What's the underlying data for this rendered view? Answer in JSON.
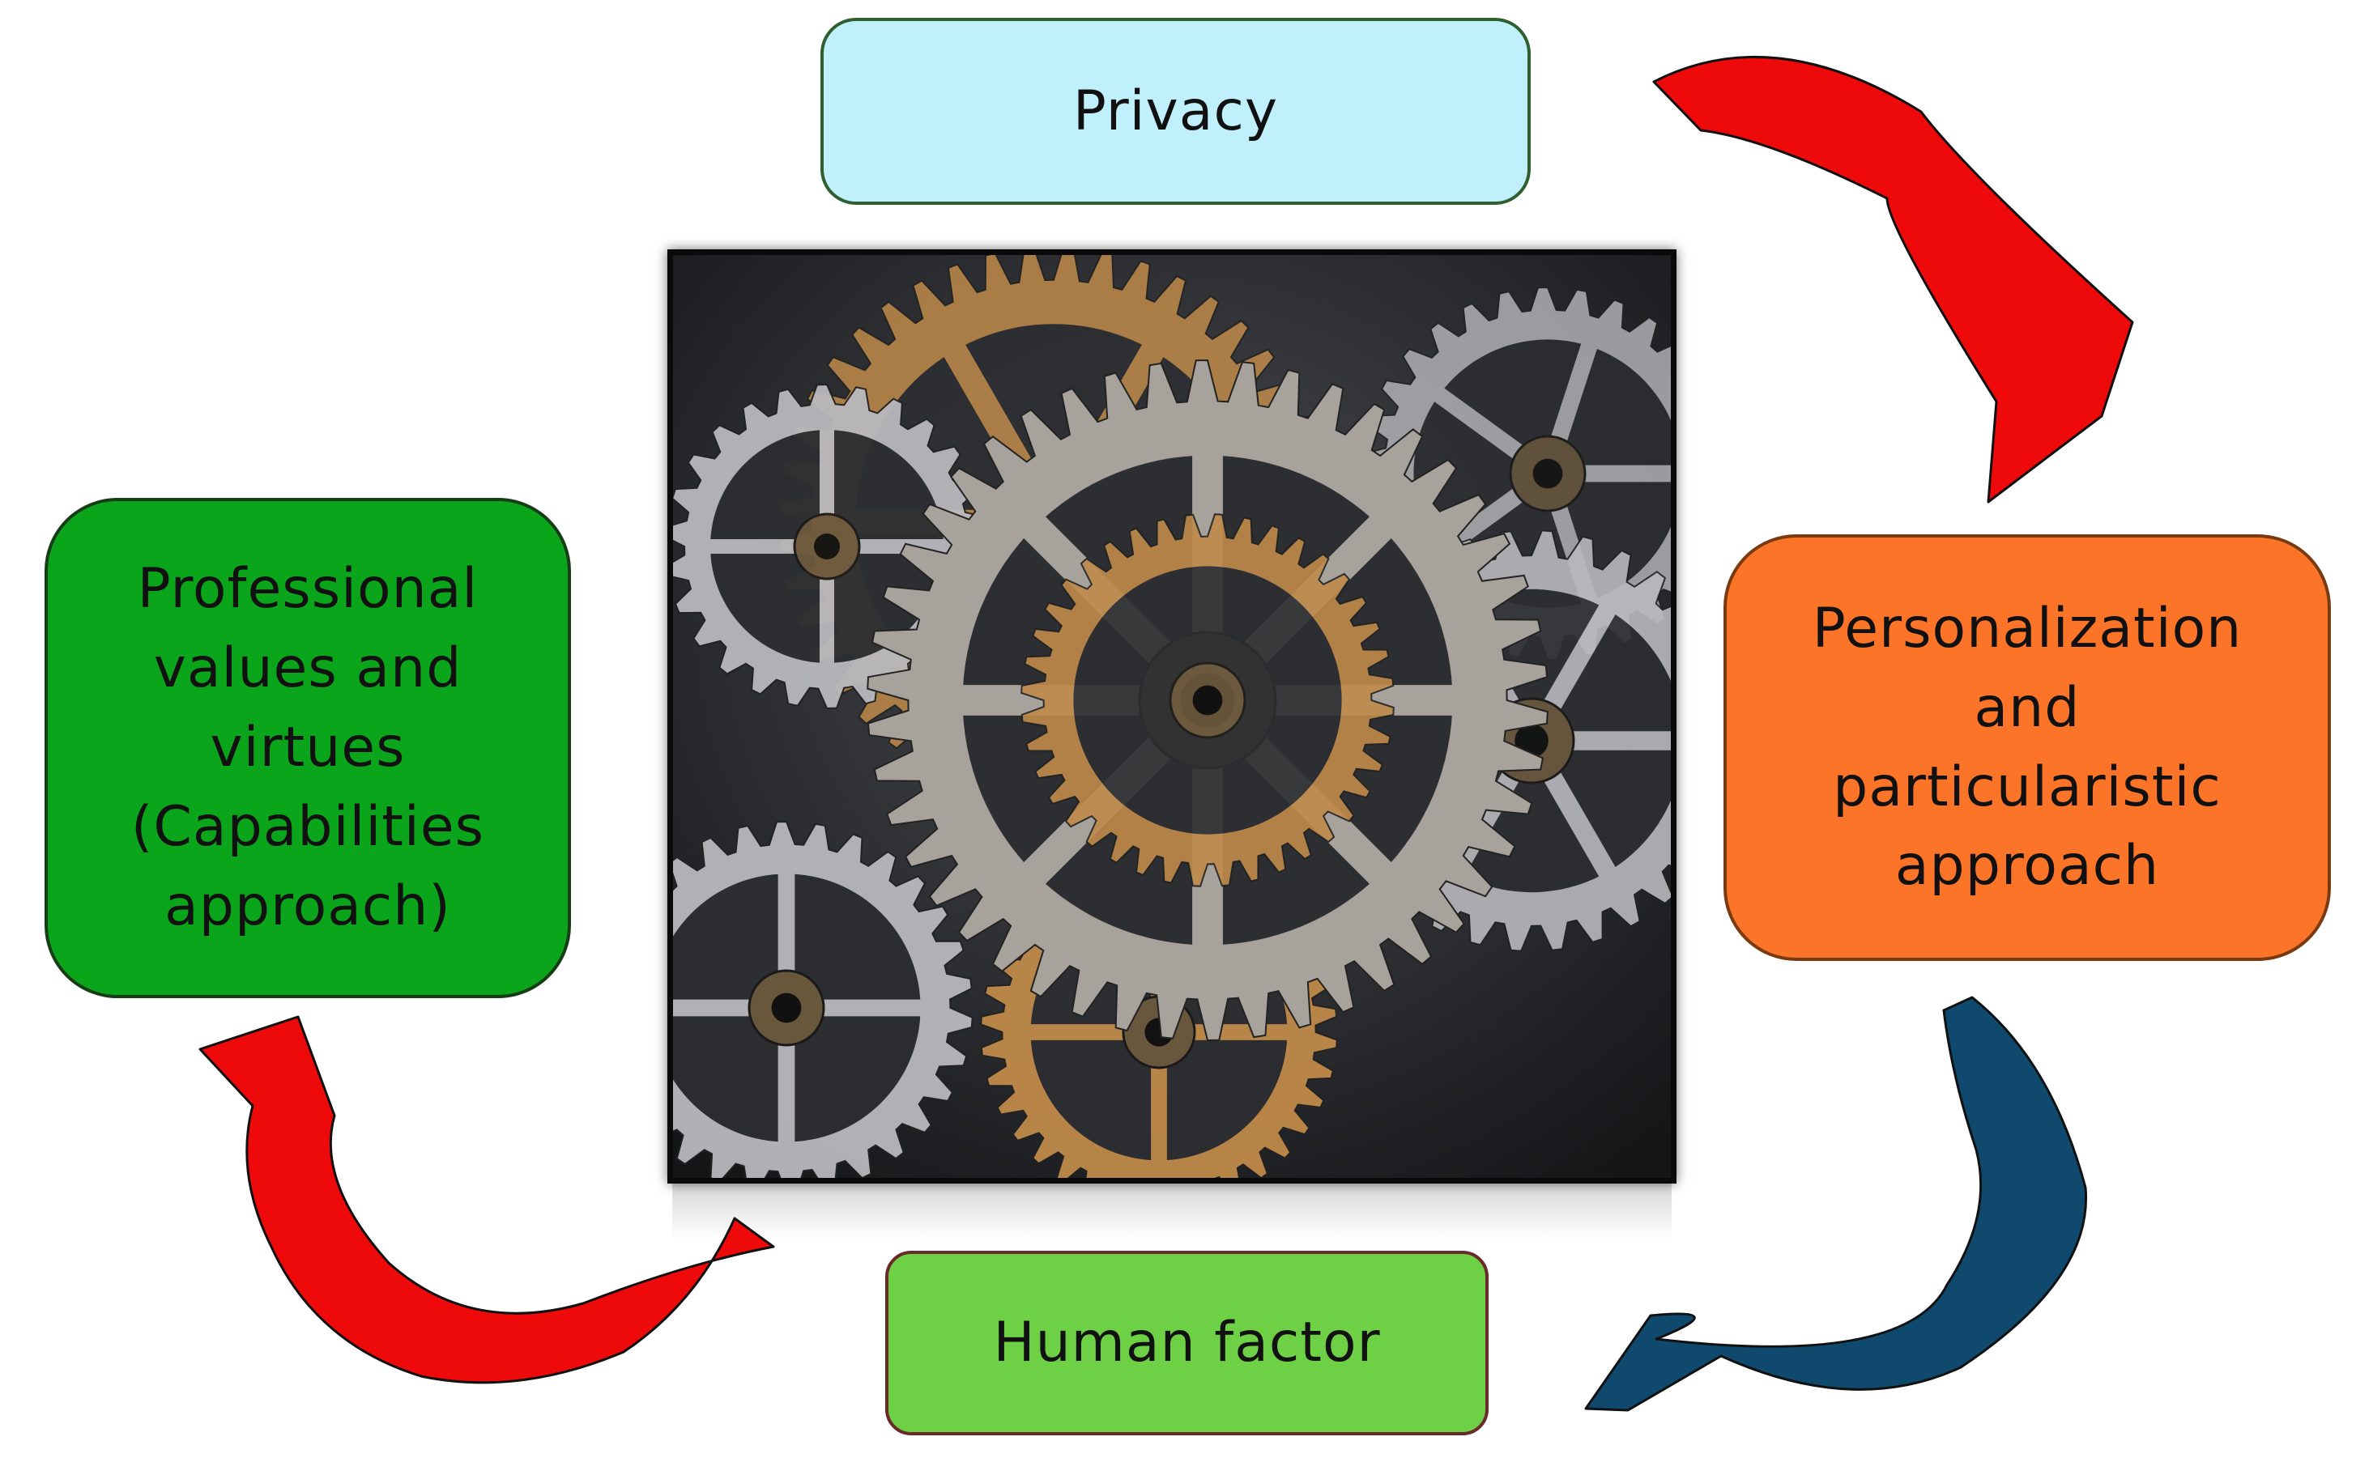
{
  "boxes": {
    "privacy": {
      "lines": [
        "Privacy"
      ],
      "color": "#bff0fb"
    },
    "professional": {
      "lines": [
        "Professional",
        "values and",
        "virtues",
        "(Capabilities",
        "approach)"
      ],
      "color": "#0aa51a"
    },
    "personalization": {
      "lines": [
        "Personalization",
        "and",
        "particularistic",
        "approach"
      ],
      "color": "#fb7428"
    },
    "human_factor": {
      "lines": [
        "Human factor"
      ],
      "color": "#6ed145"
    }
  },
  "arrows": {
    "red": "#ee0a0a",
    "blue": "#0f4a6e"
  },
  "center_image": {
    "icon": "gears-photo-icon",
    "colors": {
      "brass": "#c08a4a",
      "steel": "#b9b9bd",
      "dark": "#2c2e31"
    }
  }
}
